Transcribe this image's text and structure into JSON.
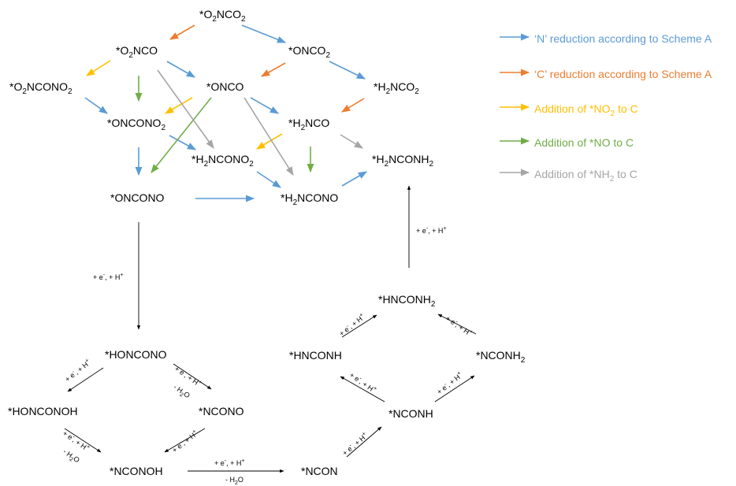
{
  "colors": {
    "blue": "#5b9bd5",
    "orange": "#ed7d31",
    "yellow": "#ffc000",
    "green": "#70ad47",
    "gray": "#a5a5a5",
    "black": "#000000"
  },
  "legend": [
    {
      "color": "blue",
      "pre": "‘N’ reduction according to Scheme A"
    },
    {
      "color": "orange",
      "pre": "‘C’ reduction according to Scheme A"
    },
    {
      "color": "yellow",
      "pre": "Addition of *NO",
      "sub": "2",
      "post": " to C"
    },
    {
      "color": "green",
      "pre": "Addition of *NO to C"
    },
    {
      "color": "gray",
      "pre": "Addition of *NH",
      "sub": "2",
      "post": " to C"
    }
  ],
  "nodes": [
    {
      "id": "o2nco2",
      "parts": [
        "*O",
        {
          "sub": "2"
        },
        "NCO",
        {
          "sub": "2"
        }
      ]
    },
    {
      "id": "o2nco",
      "parts": [
        "*O",
        {
          "sub": "2"
        },
        "NCO"
      ]
    },
    {
      "id": "onco2",
      "parts": [
        "*ONCO",
        {
          "sub": "2"
        }
      ]
    },
    {
      "id": "o2ncono2",
      "parts": [
        "*O",
        {
          "sub": "2"
        },
        "NCONO",
        {
          "sub": "2"
        }
      ]
    },
    {
      "id": "onco",
      "parts": [
        "*ONCO"
      ]
    },
    {
      "id": "h2nco2",
      "parts": [
        "*H",
        {
          "sub": "2"
        },
        "NCO",
        {
          "sub": "2"
        }
      ]
    },
    {
      "id": "oncono2",
      "parts": [
        "*ONCONO",
        {
          "sub": "2"
        }
      ]
    },
    {
      "id": "h2nco",
      "parts": [
        "*H",
        {
          "sub": "2"
        },
        "NCO"
      ]
    },
    {
      "id": "h2ncono2",
      "parts": [
        "*H",
        {
          "sub": "2"
        },
        "NCONO",
        {
          "sub": "2"
        }
      ]
    },
    {
      "id": "h2nconh2",
      "parts": [
        "*H",
        {
          "sub": "2"
        },
        "NCONH",
        {
          "sub": "2"
        }
      ]
    },
    {
      "id": "oncono",
      "parts": [
        "*ONCONO"
      ]
    },
    {
      "id": "h2ncono",
      "parts": [
        "*H",
        {
          "sub": "2"
        },
        "NCONO"
      ]
    },
    {
      "id": "honcono",
      "parts": [
        "*HONCONO"
      ]
    },
    {
      "id": "honconoh",
      "parts": [
        "*HONCONOH"
      ]
    },
    {
      "id": "ncono",
      "parts": [
        "*NCONO"
      ]
    },
    {
      "id": "nconoh",
      "parts": [
        "*NCONOH"
      ]
    },
    {
      "id": "ncon",
      "parts": [
        "*NCON"
      ]
    },
    {
      "id": "nconh",
      "parts": [
        "*NCONH"
      ]
    },
    {
      "id": "hnconh",
      "parts": [
        "*HNCONH"
      ]
    },
    {
      "id": "nconh2",
      "parts": [
        "*NCONH",
        {
          "sub": "2"
        }
      ]
    },
    {
      "id": "hnconh2",
      "parts": [
        "*HNCONH",
        {
          "sub": "2"
        }
      ]
    }
  ],
  "steps": [
    {
      "id": "s_left",
      "parts": [
        "+ e",
        {
          "sup": "-"
        },
        ", + H",
        {
          "sup": "+"
        }
      ]
    },
    {
      "id": "s_right",
      "parts": [
        "+ e",
        {
          "sup": "-"
        },
        ", + H",
        {
          "sup": "+"
        }
      ]
    },
    {
      "id": "s_bottom_top",
      "parts": [
        "+ e",
        {
          "sup": "-"
        },
        ", + H",
        {
          "sup": "+"
        }
      ]
    },
    {
      "id": "s_bottom_bot",
      "parts": [
        "- H",
        {
          "sub": "2"
        },
        "O"
      ]
    },
    {
      "id": "s_hon_l",
      "parts": [
        "+ e",
        {
          "sup": "-"
        },
        ", + H",
        {
          "sup": "+"
        }
      ]
    },
    {
      "id": "s_hon_r",
      "parts": [
        "+ e",
        {
          "sup": "-"
        },
        ", + H",
        {
          "sup": "+"
        }
      ]
    },
    {
      "id": "s_hon_r2",
      "parts": [
        "- H",
        {
          "sub": "2"
        },
        "O"
      ]
    },
    {
      "id": "s_hoh_a",
      "parts": [
        "+ e",
        {
          "sup": "-"
        },
        ", + H",
        {
          "sup": "+"
        }
      ]
    },
    {
      "id": "s_hoh_b",
      "parts": [
        "- H",
        {
          "sub": "2"
        },
        "O"
      ]
    },
    {
      "id": "s_nco_l",
      "parts": [
        "+ e",
        {
          "sup": "-"
        },
        ", + H",
        {
          "sup": "+"
        }
      ]
    },
    {
      "id": "s_ncon",
      "parts": [
        "+ e",
        {
          "sup": "-"
        },
        ", + H",
        {
          "sup": "+"
        }
      ]
    },
    {
      "id": "s_nconh_l",
      "parts": [
        "+ e",
        {
          "sup": "-"
        },
        ", + H",
        {
          "sup": "+"
        }
      ]
    },
    {
      "id": "s_nconh_r",
      "parts": [
        "+ e",
        {
          "sup": "-"
        },
        ", + H",
        {
          "sup": "+"
        }
      ]
    },
    {
      "id": "s_hnconh",
      "parts": [
        "+ e",
        {
          "sup": "-"
        },
        ", + H",
        {
          "sup": "+"
        }
      ]
    },
    {
      "id": "s_nconh2",
      "parts": [
        "+ e",
        {
          "sup": "-"
        },
        ", + H",
        {
          "sup": "+"
        }
      ]
    }
  ]
}
